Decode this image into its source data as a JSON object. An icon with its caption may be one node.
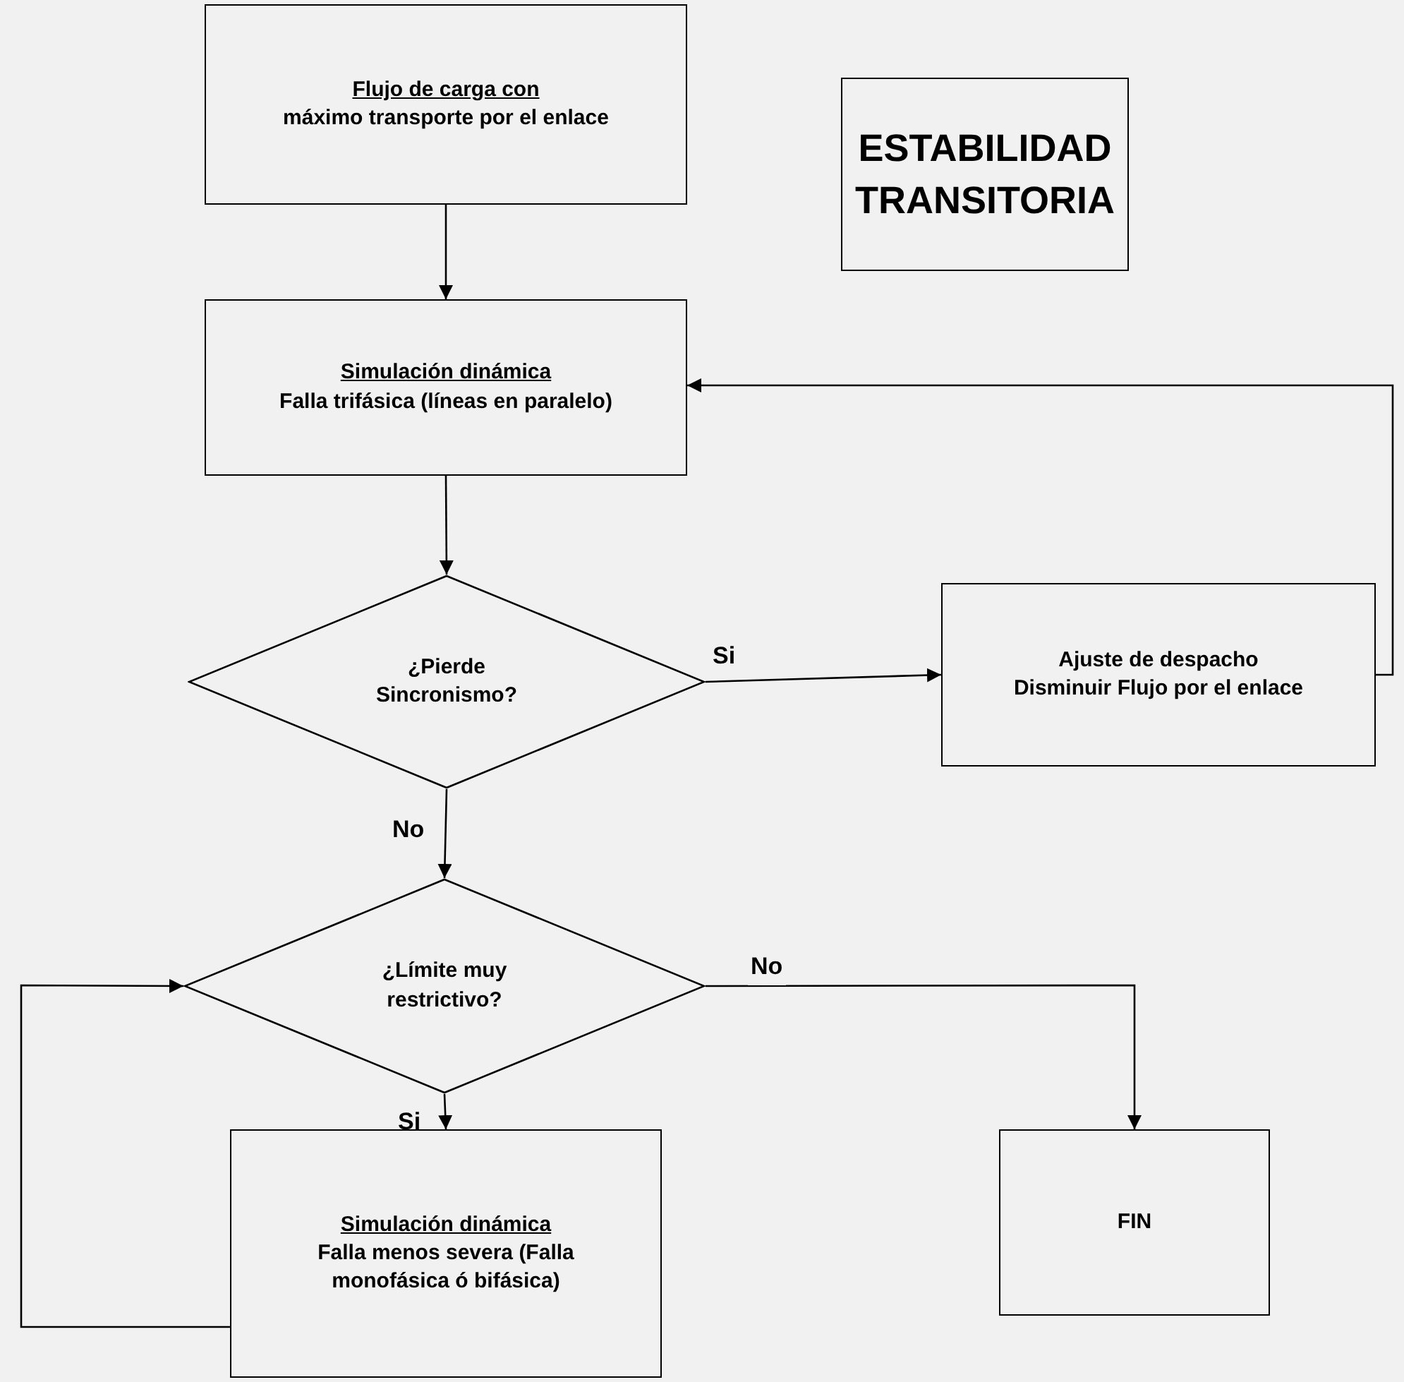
{
  "diagram": {
    "nodes": [
      {
        "text": [
          "Flujo de carga con",
          "máximo transporte por el enlace"
        ]
      },
      {
        "text": [
          "ESTABILIDAD TRANSITORIA"
        ]
      },
      {
        "text": [
          "Simulación dinámica",
          "Falla trifásica (líneas en paralelo)"
        ]
      },
      {
        "text": [
          "¿Pierde Sincronismo?"
        ]
      },
      {
        "text": [
          "Ajuste de despacho Disminuir Flujo por el enlace"
        ]
      },
      {
        "text": [
          "¿Límite muy restrictivo?"
        ]
      },
      {
        "text": [
          "Simulación dinámica",
          "Falla menos severa (Falla monofásica ó bifásica)"
        ]
      },
      {
        "text": [
          "FIN"
        ]
      }
    ],
    "edges": [
      {
        "from": 0,
        "to": 2,
        "arrow": "to"
      },
      {
        "from": 2,
        "to": 3,
        "arrow": "to"
      },
      {
        "from": 3,
        "to": 4,
        "arrow": "to",
        "label": "Si"
      },
      {
        "from": 4,
        "to": 2,
        "arrow": "to"
      },
      {
        "from": 3,
        "to": 5,
        "arrow": "to",
        "label": "No"
      },
      {
        "from": 5,
        "to": 7,
        "arrow": "to",
        "label": "No"
      },
      {
        "from": 5,
        "to": 6,
        "arrow": "to",
        "label": "Si"
      },
      {
        "from": 6,
        "to": 5,
        "arrow": "to"
      }
    ]
  }
}
